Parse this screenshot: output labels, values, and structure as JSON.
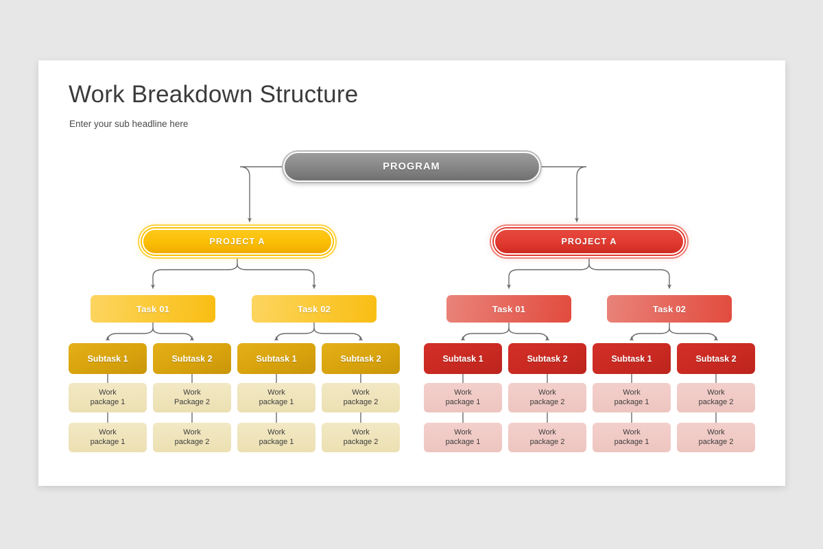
{
  "header": {
    "title": "Work Breakdown Structure",
    "subtitle": "Enter your sub headline here"
  },
  "colors": {
    "background": "#e7e7e8",
    "slide": "#ffffff",
    "program_grey": "#8a8a8a",
    "project_yellow": "#fbbe05",
    "project_red": "#e13a30",
    "task_yellow": "#fbcb3c",
    "task_red": "#e66a5f",
    "subtask_yellow": "#d9a40d",
    "subtask_red": "#ca2a22",
    "workpackage_yellow": "#ece0b2",
    "workpackage_red": "#eec5c0",
    "connector": "#6b6b6b",
    "title_text": "#3b3b3b"
  },
  "diagram": {
    "root": {
      "label": "PROGRAM"
    },
    "branches": [
      {
        "id": "left",
        "theme": "yellow",
        "label": "PROJECT  A",
        "tasks": [
          {
            "label": "Task 01",
            "subtasks": [
              {
                "label": "Subtask 1",
                "packages": [
                  "Work package 1",
                  "Work package 1"
                ]
              },
              {
                "label": "Subtask 2",
                "packages": [
                  "Work Package 2",
                  "Work package 2"
                ]
              }
            ]
          },
          {
            "label": "Task 02",
            "subtasks": [
              {
                "label": "Subtask 1",
                "packages": [
                  "Work package 1",
                  "Work package 1"
                ]
              },
              {
                "label": "Subtask 2",
                "packages": [
                  "Work package 2",
                  "Work package 2"
                ]
              }
            ]
          }
        ]
      },
      {
        "id": "right",
        "theme": "red",
        "label": "PROJECT  A",
        "tasks": [
          {
            "label": "Task 01",
            "subtasks": [
              {
                "label": "Subtask 1",
                "packages": [
                  "Work package 1",
                  "Work package 1"
                ]
              },
              {
                "label": "Subtask 2",
                "packages": [
                  "Work package 2",
                  "Work package 2"
                ]
              }
            ]
          },
          {
            "label": "Task 02",
            "subtasks": [
              {
                "label": "Subtask 1",
                "packages": [
                  "Work package 1",
                  "Work package 1"
                ]
              },
              {
                "label": "Subtask 2",
                "packages": [
                  "Work package 2",
                  "Work package 2"
                ]
              }
            ]
          }
        ]
      }
    ]
  }
}
